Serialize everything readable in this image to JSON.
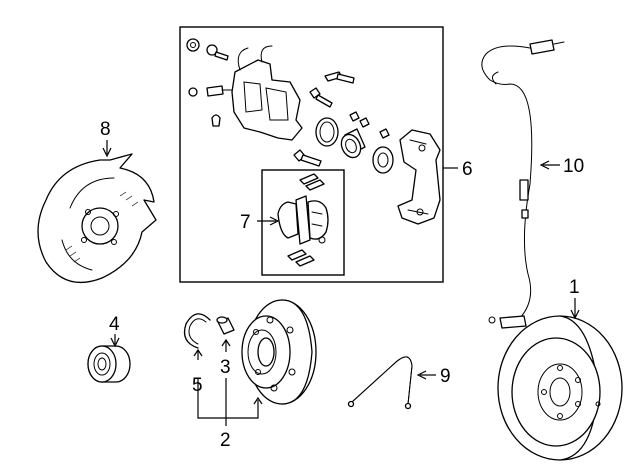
{
  "callouts": {
    "c1": "1",
    "c2": "2",
    "c3": "3",
    "c4": "4",
    "c5": "5",
    "c6": "6",
    "c7": "7",
    "c8": "8",
    "c9": "9",
    "c10": "10"
  },
  "parts": [
    {
      "callout": "1",
      "icon": "brake-rotor"
    },
    {
      "callout": "2",
      "icon": "hub-assembly"
    },
    {
      "callout": "3",
      "icon": "wheel-stud"
    },
    {
      "callout": "4",
      "icon": "wheel-bearing"
    },
    {
      "callout": "5",
      "icon": "snap-ring"
    },
    {
      "callout": "6",
      "icon": "caliper-assembly"
    },
    {
      "callout": "7",
      "icon": "brake-pads"
    },
    {
      "callout": "8",
      "icon": "backing-plate"
    },
    {
      "callout": "9",
      "icon": "pad-wear-sensor"
    },
    {
      "callout": "10",
      "icon": "abs-sensor-wire"
    }
  ],
  "colors": {
    "line": "#000000",
    "background": "#ffffff"
  }
}
